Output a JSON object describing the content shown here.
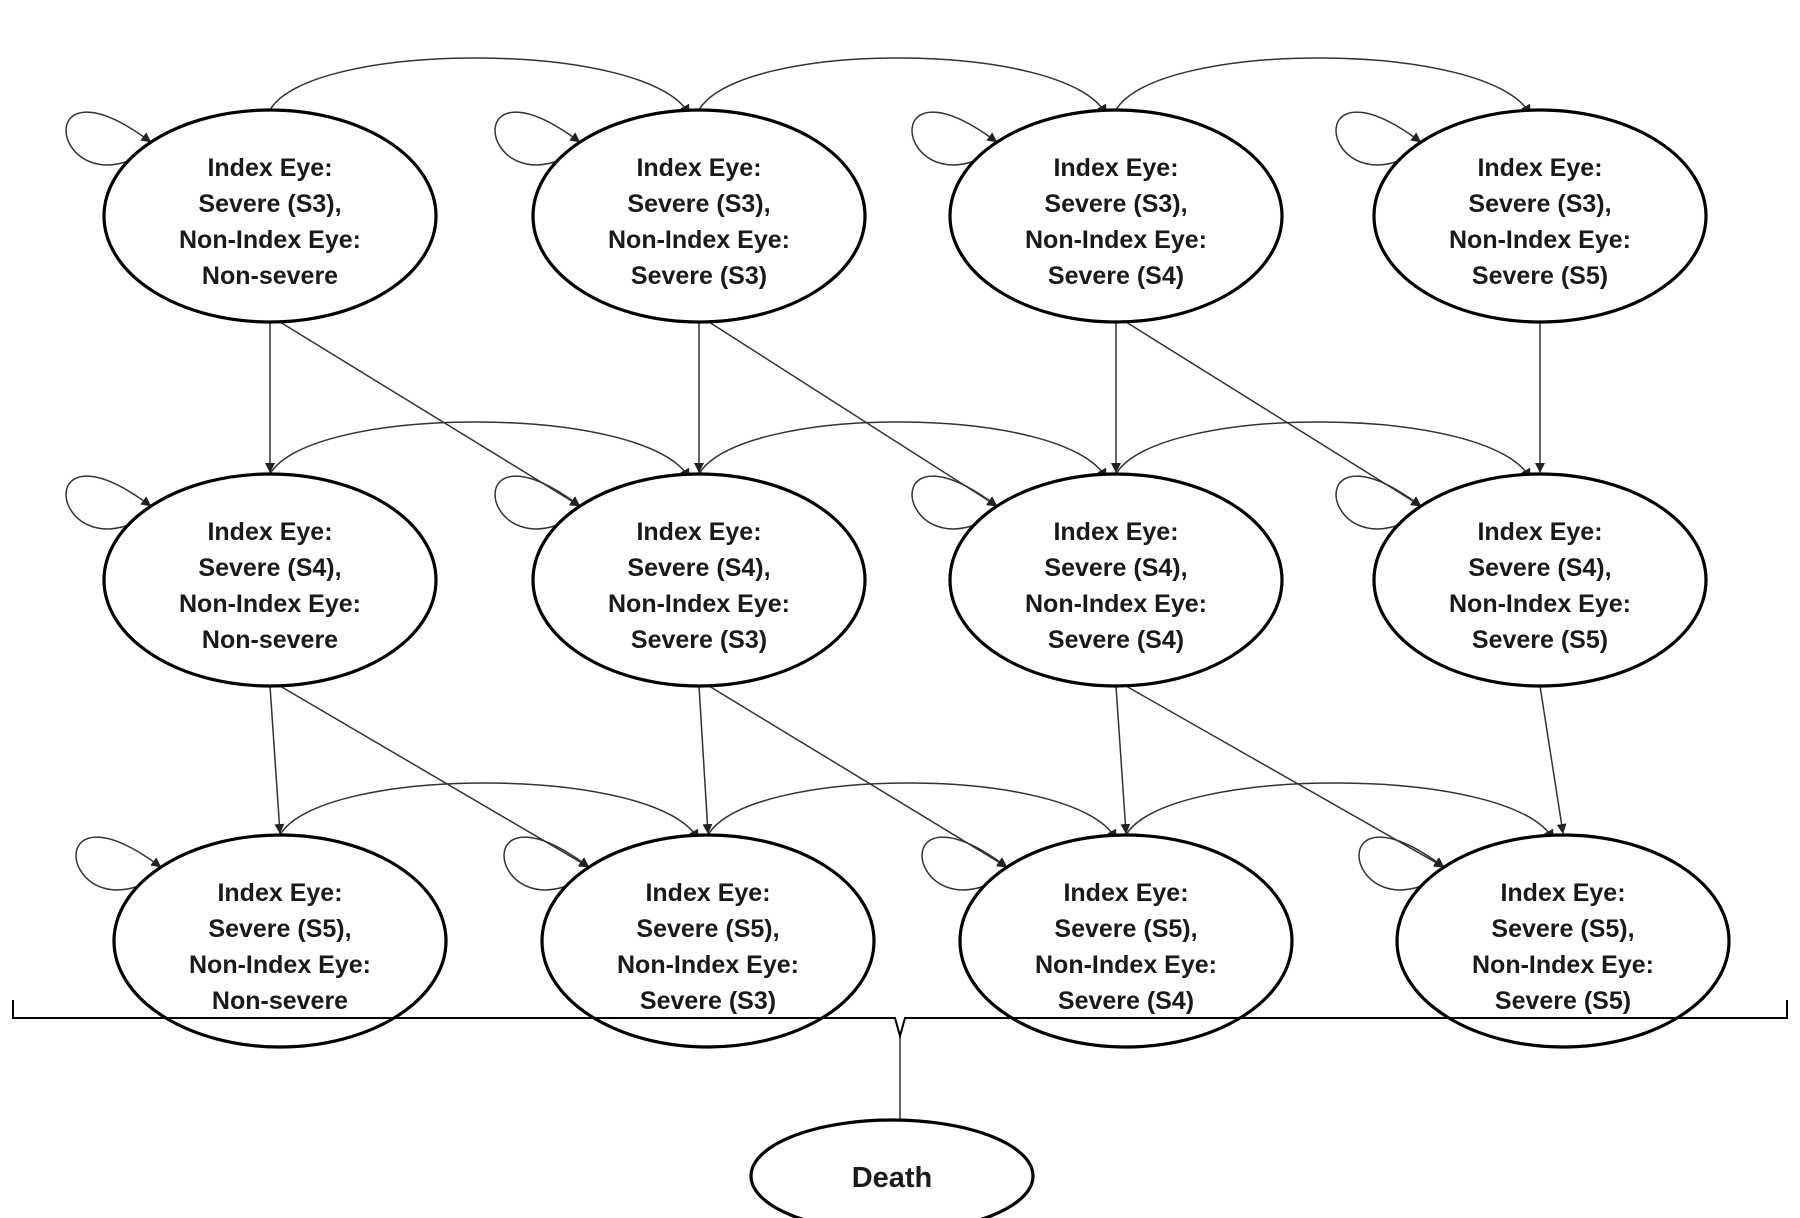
{
  "diagram": {
    "type": "state-transition",
    "rows": [
      {
        "states": [
          {
            "lines": [
              "Index Eye:",
              "Severe (S3),",
              "Non-Index Eye:",
              "Non-severe"
            ]
          },
          {
            "lines": [
              "Index Eye:",
              "Severe (S3),",
              "Non-Index Eye:",
              "Severe (S3)"
            ]
          },
          {
            "lines": [
              "Index Eye:",
              "Severe (S3),",
              "Non-Index Eye:",
              "Severe (S4)"
            ]
          },
          {
            "lines": [
              "Index Eye:",
              "Severe (S3),",
              "Non-Index Eye:",
              "Severe (S5)"
            ]
          }
        ]
      },
      {
        "states": [
          {
            "lines": [
              "Index Eye:",
              "Severe (S4),",
              "Non-Index Eye:",
              "Non-severe"
            ]
          },
          {
            "lines": [
              "Index Eye:",
              "Severe (S4),",
              "Non-Index Eye:",
              "Severe (S3)"
            ]
          },
          {
            "lines": [
              "Index Eye:",
              "Severe (S4),",
              "Non-Index Eye:",
              "Severe (S4)"
            ]
          },
          {
            "lines": [
              "Index Eye:",
              "Severe (S4),",
              "Non-Index Eye:",
              "Severe (S5)"
            ]
          }
        ]
      },
      {
        "states": [
          {
            "lines": [
              "Index Eye:",
              "Severe (S5),",
              "Non-Index Eye:",
              "Non-severe"
            ]
          },
          {
            "lines": [
              "Index Eye:",
              "Severe (S5),",
              "Non-Index Eye:",
              "Severe (S3)"
            ]
          },
          {
            "lines": [
              "Index Eye:",
              "Severe (S5),",
              "Non-Index Eye:",
              "Severe (S4)"
            ]
          },
          {
            "lines": [
              "Index Eye:",
              "Severe (S5),",
              "Non-Index Eye:",
              "Severe (S5)"
            ]
          }
        ]
      }
    ],
    "death": {
      "label": "Death"
    },
    "colors": {
      "stroke": "#000000",
      "edge": "#333333",
      "text": "#1a1a1a",
      "background": "#ffffff"
    }
  }
}
